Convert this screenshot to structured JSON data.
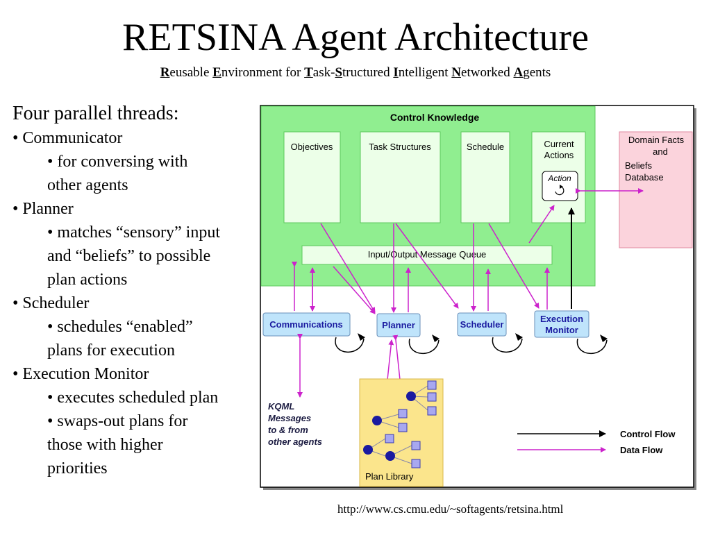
{
  "slide": {
    "title": "RETSINA Agent Architecture",
    "subtitle": [
      {
        "cap": "R",
        "rest": "eusable "
      },
      {
        "cap": "E",
        "rest": "nvironment for "
      },
      {
        "cap": "T",
        "rest": "ask-"
      },
      {
        "cap": "S",
        "rest": "tructured "
      },
      {
        "cap": "I",
        "rest": "ntelligent "
      },
      {
        "cap": "N",
        "rest": "etworked "
      },
      {
        "cap": "A",
        "rest": "gents"
      }
    ],
    "url": "http://www.cs.cmu.edu/~softagents/retsina.html"
  },
  "bullets": {
    "heading": "Four parallel threads:",
    "items": [
      {
        "label": "• Communicator",
        "sub": [
          "• for conversing with",
          "other agents"
        ]
      },
      {
        "label": "• Planner",
        "sub": [
          "• matches “sensory” input",
          "and “beliefs” to possible",
          "plan actions"
        ]
      },
      {
        "label": "• Scheduler",
        "sub": [
          "• schedules “enabled”",
          "plans for execution"
        ]
      },
      {
        "label": "• Execution Monitor",
        "sub": [
          "• executes scheduled plan",
          "• swaps-out plans for",
          "those with higher",
          "priorities"
        ]
      }
    ]
  },
  "diagram": {
    "control_knowledge": "Control Knowledge",
    "objectives": "Objectives",
    "task_structures": "Task Structures",
    "schedule": "Schedule",
    "current_actions_1": "Current",
    "current_actions_2": "Actions",
    "action": "Action",
    "domain_facts_1": "Domain Facts",
    "domain_facts_2": "and",
    "domain_facts_3": "Beliefs",
    "domain_facts_4": "Database",
    "queue": "Input/Output Message Queue",
    "communications": "Communications",
    "planner": "Planner",
    "scheduler": "Scheduler",
    "exec_monitor_1": "Execution",
    "exec_monitor_2": "Monitor",
    "kqml_1": "KQML",
    "kqml_2": "Messages",
    "kqml_3": "to & from",
    "kqml_4": "other agents",
    "plan_library": "Plan Library",
    "control_flow": "Control Flow",
    "data_flow": "Data Flow",
    "colors": {
      "green": "#90ee90",
      "green_dark": "#5cc85c",
      "pale_green": "#ecffe8",
      "blue_box": "#bfe4fb",
      "pink": "#fbd3dc",
      "yellow": "#fbe58c",
      "magenta": "#cc22cc",
      "navy": "#1a1aa0"
    }
  }
}
